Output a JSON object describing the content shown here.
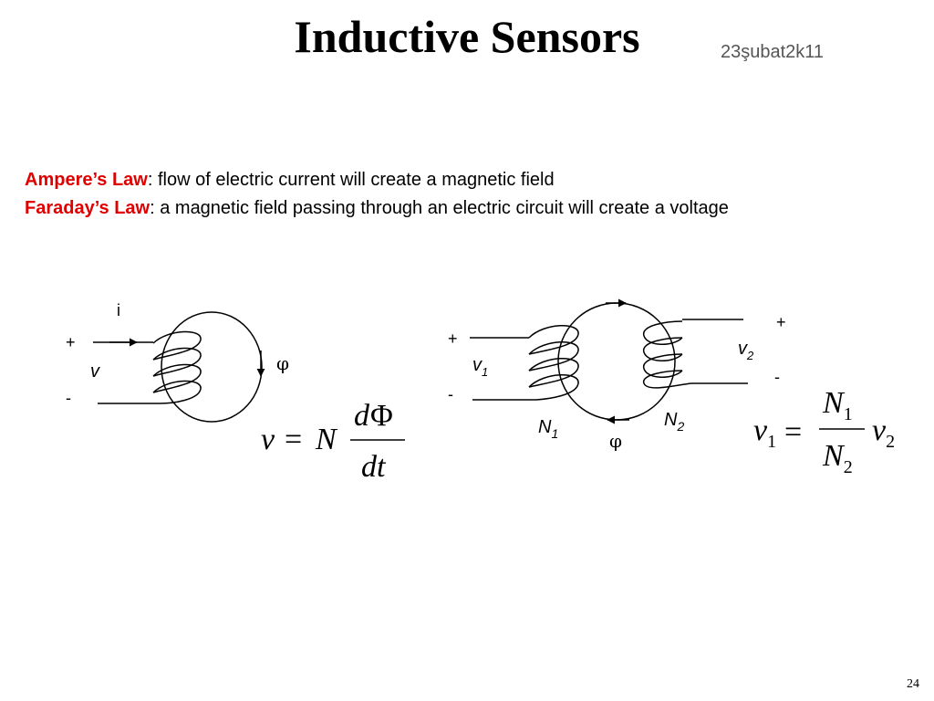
{
  "slide": {
    "title": "Inductive Sensors",
    "date": "23şubat2k11",
    "page_number": "24"
  },
  "laws": [
    {
      "name": "Ampere’s Law",
      "text": ": flow of electric current will create a magnetic field"
    },
    {
      "name": "Faraday’s Law",
      "text": ": a magnetic field passing through an electric circuit will  create a voltage"
    }
  ],
  "diagram1": {
    "current": "i",
    "plus": "+",
    "voltage": "v",
    "minus": "-",
    "flux": "φ",
    "equation": {
      "lhs": "v",
      "equals": "=",
      "coef": "N",
      "num_d": "d",
      "num_phi": "Φ",
      "den": "dt"
    }
  },
  "diagram2": {
    "plus1": "+",
    "v1": "v",
    "v1_sub": "1",
    "minus1": "-",
    "n1": "N",
    "n1_sub": "1",
    "flux": "φ",
    "n2": "N",
    "n2_sub": "2",
    "plus2": "+",
    "v2": "v",
    "v2_sub": "2",
    "minus2": "-",
    "equation": {
      "lhs": "v",
      "lhs_sub": "1",
      "equals": "=",
      "num": "N",
      "num_sub": "1",
      "den": "N",
      "den_sub": "2",
      "rhs": "v",
      "rhs_sub": "2"
    }
  }
}
